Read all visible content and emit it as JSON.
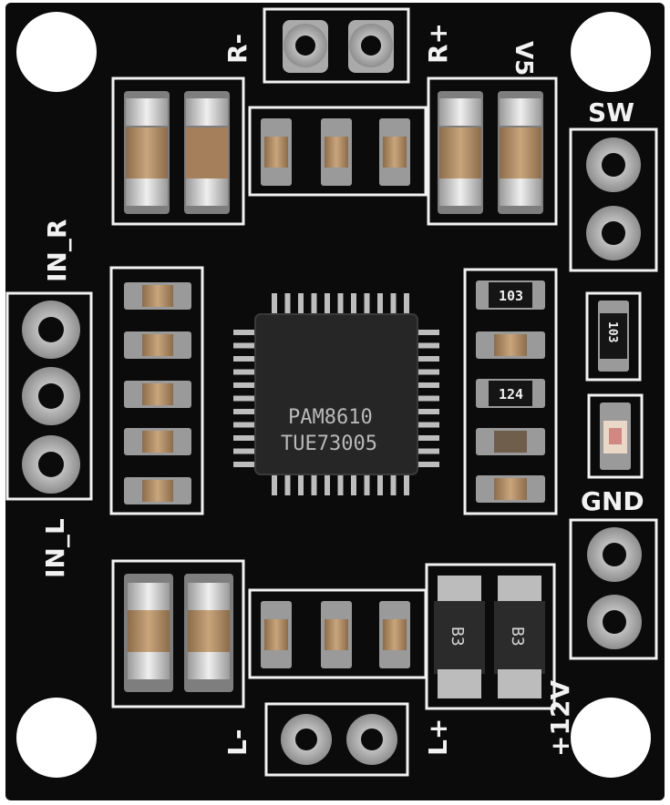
{
  "board": {
    "colors": {
      "pcb": "#0b0b0b",
      "silkscreen": "#f2f2f2",
      "pad": "#c9c9c9",
      "mount_hole": "#ffffff",
      "capacitor_body": "#b8966e",
      "chip_body": "#262626",
      "resistor_body": "#151515",
      "diode_body": "#2b2b2b"
    },
    "labels": {
      "r_minus": "R-",
      "r_plus": "R+",
      "v5": "V5",
      "sw": "SW",
      "in_r": "IN_R",
      "in_l": "IN_L",
      "gnd": "GND",
      "v12": "+12V",
      "l_minus": "L-",
      "l_plus": "L+"
    },
    "chip": {
      "line1": "PAM8610",
      "line2": "TUE73005"
    },
    "resistors": {
      "r1": "103",
      "r2": "124",
      "r3": "103"
    },
    "diodes": {
      "d1": "B3",
      "d2": "B3"
    }
  }
}
